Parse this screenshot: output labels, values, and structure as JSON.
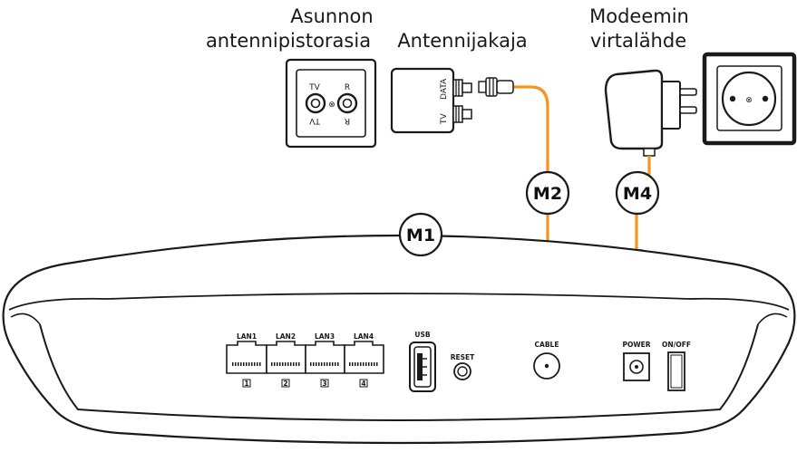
{
  "labels": {
    "wall_socket": [
      "Asunnon",
      "antennipistorasia"
    ],
    "splitter": "Antennijakaja",
    "power_supply": [
      "Modeemin",
      "virtalähde"
    ]
  },
  "wall_socket": {
    "tv": "TV",
    "r": "R",
    "tv_flipped": "TV",
    "r_flipped": "R",
    "center_symbol": "⊗"
  },
  "splitter_ports": {
    "data": "DATA",
    "tv": "TV"
  },
  "badges": {
    "m1": "M1",
    "m2": "M2",
    "m4": "M4"
  },
  "modem_ports": {
    "lan": [
      "LAN1",
      "LAN2",
      "LAN3",
      "LAN4"
    ],
    "lan_numbers": [
      "1",
      "2",
      "3",
      "4"
    ],
    "usb": "USB",
    "reset": "RESET",
    "cable": "CABLE",
    "power": "POWER",
    "onoff": "ON/OFF"
  },
  "colors": {
    "cable": "#f7941d",
    "outline": "#1a1a1a"
  }
}
